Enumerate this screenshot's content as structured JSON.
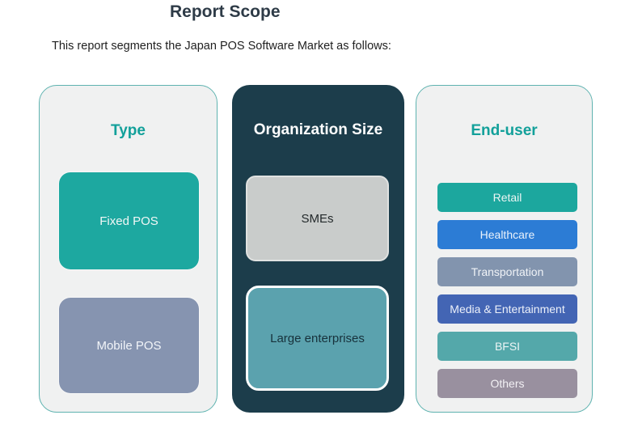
{
  "page": {
    "title": "Report Scope",
    "subtitle": "This report segments the Japan POS Software Market as follows:"
  },
  "colors": {
    "title_text": "#2E3B47",
    "body_text": "#1F1F1F",
    "teal_heading": "#12A09A",
    "light_panel_bg": "#F0F1F1",
    "light_panel_border": "#5FB3B0",
    "dark_panel_bg": "#1C3D4B",
    "dark_panel_heading": "#FFFFFF"
  },
  "columns": [
    {
      "heading": "Type",
      "items": [
        {
          "label": "Fixed POS",
          "color": "#1DA8A0",
          "text_color": "#F2F7F6"
        },
        {
          "label": "Mobile POS",
          "color": "#8694B0",
          "text_color": "#F2F5F9"
        }
      ]
    },
    {
      "heading": "Organization Size",
      "items": [
        {
          "label": "SMEs",
          "color": "#C9CCCB",
          "text_color": "#23292B",
          "border_color": "#E0E2E1"
        },
        {
          "label": "Large enterprises",
          "color": "#5BA2AE",
          "text_color": "#17313B",
          "border_color": "#FFFFFF"
        }
      ]
    },
    {
      "heading": "End-user",
      "items": [
        {
          "label": "Retail",
          "color": "#1CA79E",
          "text_color": "#EDF6F4"
        },
        {
          "label": "Healthcare",
          "color": "#2C7CD5",
          "text_color": "#E8F1FB"
        },
        {
          "label": "Transportation",
          "color": "#8294AE",
          "text_color": "#F0F3F7"
        },
        {
          "label": "Media & Entertainment",
          "color": "#4365B4",
          "text_color": "#EDF1FA"
        },
        {
          "label": "BFSI",
          "color": "#54A8AA",
          "text_color": "#ECF5F5"
        },
        {
          "label": "Others",
          "color": "#99909F",
          "text_color": "#F2F0F4"
        }
      ]
    }
  ]
}
